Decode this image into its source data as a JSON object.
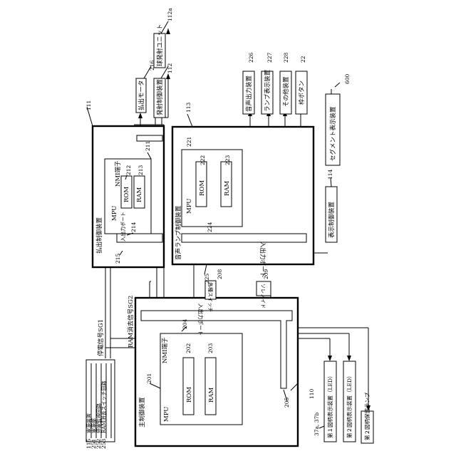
{
  "diagram": {
    "blocks": {
      "main_ctrl": {
        "label": "主制御装置",
        "ref": "110"
      },
      "mpu_main": {
        "label": "MPU",
        "ref": "201"
      },
      "nmi_main": {
        "label": "NMI端子"
      },
      "rom_main": {
        "label": "ROM",
        "ref": "202"
      },
      "ram_main": {
        "label": "RAM",
        "ref": "203"
      },
      "io_main": {
        "label": "入出力ポート",
        "ref": "204"
      },
      "bus_main": {
        "ref": "205"
      },
      "payout_ctrl": {
        "label": "払出制御装置",
        "ref": "111"
      },
      "mpu_pay": {
        "label": "MPU",
        "ref": "211"
      },
      "nmi_pay": {
        "label": "NMI端子"
      },
      "rom_pay": {
        "label": "ROM",
        "ref": "212"
      },
      "ram_pay": {
        "label": "RAM",
        "ref": "213"
      },
      "io_pay": {
        "label": "入出力ポート",
        "ref": "214"
      },
      "bus_pay": {
        "ref": "215"
      },
      "payout_motor": {
        "label": "払出モータ",
        "ref": "216"
      },
      "fire_ctrl": {
        "label": "発射制御装置",
        "ref": "112"
      },
      "ball_fire": {
        "label": "球発射ユニット",
        "ref": "112a"
      },
      "sound_ctrl": {
        "label": "音声ランプ制御装置",
        "ref": "113"
      },
      "mpu_sound": {
        "label": "MPU",
        "ref": "221"
      },
      "rom_sound": {
        "label": "ROM",
        "ref": "222"
      },
      "ram_sound": {
        "label": "RAM",
        "ref": "223"
      },
      "io_sound": {
        "label": "入出力ポート",
        "ref": "224"
      },
      "bus_sound": {
        "ref": "225"
      },
      "audio_out": {
        "label": "音声出力装置",
        "ref": "226"
      },
      "lamp_disp": {
        "label": "ランプ表示装置",
        "ref": "227"
      },
      "other_dev": {
        "label": "その他装置",
        "ref": "228"
      },
      "frame_btn": {
        "label": "枠ボタン",
        "ref": "22"
      },
      "disp_ctrl": {
        "label": "表示制御装置",
        "ref": "114"
      },
      "segment": {
        "label": "セグメント表示装置",
        "ref": "600"
      },
      "sensors": {
        "label": "各種スイッチ",
        "ref": "208"
      },
      "solenoid": {
        "label": "ソレノイド",
        "ref": "209"
      },
      "power": {
        "label": "電源装置",
        "ref": "115"
      },
      "power_part": {
        "label": "電源部",
        "ref": "251"
      },
      "outage_mon": {
        "label": "停電監視回路",
        "ref": "252"
      },
      "ram_clear_sw": {
        "label": "RAM消去スイッチ回路",
        "ref": "253"
      },
      "main_disp": {
        "label": "第１図柄表示装置（LED）",
        "ref": "37a, 37b"
      },
      "second_disp": {
        "label": "第２図柄表示装置（LED）"
      },
      "second_hold": {
        "label": "第２図柄保留ランプ"
      }
    },
    "signals": {
      "outage": "停電信号SG1",
      "ram_clear": "RAM消去信号SG2"
    }
  }
}
